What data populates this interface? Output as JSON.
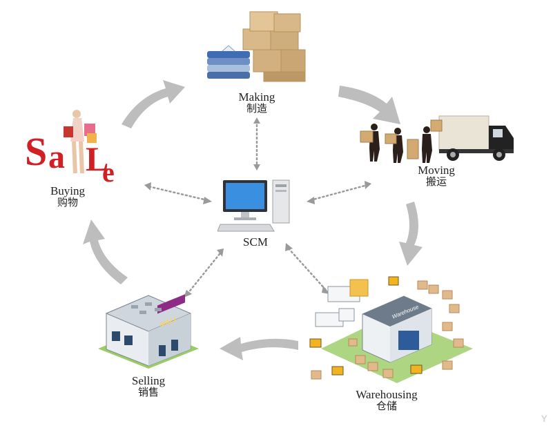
{
  "nodes": {
    "making": {
      "en": "Making",
      "zh": "制造"
    },
    "moving": {
      "en": "Moving",
      "zh": "搬运"
    },
    "warehousing": {
      "en": "Warehousing",
      "zh": "仓储"
    },
    "selling": {
      "en": "Selling",
      "zh": "销售"
    },
    "buying": {
      "en": "Buying",
      "zh": "购物"
    },
    "center": {
      "en": "SCM"
    }
  },
  "art_text": {
    "sale": "Sale",
    "mall": "MALL",
    "warehouse": "Warehouse"
  },
  "watermark": "Y"
}
